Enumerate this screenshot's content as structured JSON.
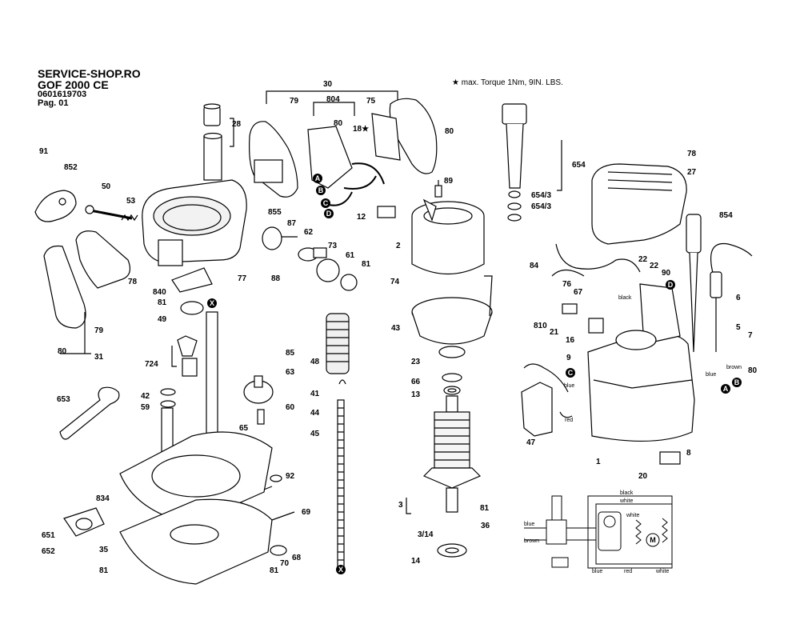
{
  "header": {
    "line1": "SERVICE-SHOP.RO",
    "line2": "GOF 2000 CE",
    "line3": "0601619703",
    "line4": "Pag. 01"
  },
  "note": "★ max. Torque 1Nm,  9IN. LBS.",
  "callouts": [
    {
      "id": "c28",
      "label": "28"
    },
    {
      "id": "c30",
      "label": "30"
    },
    {
      "id": "c79a",
      "label": "79"
    },
    {
      "id": "c804",
      "label": "804"
    },
    {
      "id": "c75",
      "label": "75"
    },
    {
      "id": "c80a",
      "label": "80"
    },
    {
      "id": "c18",
      "label": "18★"
    },
    {
      "id": "c80b",
      "label": "80"
    },
    {
      "id": "c91",
      "label": "91"
    },
    {
      "id": "c852",
      "label": "852"
    },
    {
      "id": "c50",
      "label": "50"
    },
    {
      "id": "c53",
      "label": "53"
    },
    {
      "id": "c12",
      "label": "12"
    },
    {
      "id": "c89",
      "label": "89"
    },
    {
      "id": "c654",
      "label": "654"
    },
    {
      "id": "c6543a",
      "label": "654/3"
    },
    {
      "id": "c6543b",
      "label": "654/3"
    },
    {
      "id": "c78a",
      "label": "78"
    },
    {
      "id": "c27",
      "label": "27"
    },
    {
      "id": "c855",
      "label": "855"
    },
    {
      "id": "c87",
      "label": "87"
    },
    {
      "id": "c62",
      "label": "62"
    },
    {
      "id": "c73",
      "label": "73"
    },
    {
      "id": "c61",
      "label": "61"
    },
    {
      "id": "c81a",
      "label": "81"
    },
    {
      "id": "c2",
      "label": "2"
    },
    {
      "id": "c77",
      "label": "77"
    },
    {
      "id": "c88",
      "label": "88"
    },
    {
      "id": "c854",
      "label": "854"
    },
    {
      "id": "c78b",
      "label": "78"
    },
    {
      "id": "c840",
      "label": "840"
    },
    {
      "id": "c81b",
      "label": "81"
    },
    {
      "id": "c49",
      "label": "49"
    },
    {
      "id": "c79b",
      "label": "79"
    },
    {
      "id": "c80c",
      "label": "80"
    },
    {
      "id": "c31",
      "label": "31"
    },
    {
      "id": "c74",
      "label": "74"
    },
    {
      "id": "c84",
      "label": "84"
    },
    {
      "id": "c22a",
      "label": "22"
    },
    {
      "id": "c22b",
      "label": "22"
    },
    {
      "id": "c90",
      "label": "90"
    },
    {
      "id": "c76",
      "label": "76"
    },
    {
      "id": "c67",
      "label": "67"
    },
    {
      "id": "c6",
      "label": "6"
    },
    {
      "id": "c43",
      "label": "43"
    },
    {
      "id": "c810",
      "label": "810"
    },
    {
      "id": "c21",
      "label": "21"
    },
    {
      "id": "c16",
      "label": "16"
    },
    {
      "id": "c5",
      "label": "5"
    },
    {
      "id": "c7",
      "label": "7"
    },
    {
      "id": "c80d",
      "label": "80"
    },
    {
      "id": "c85",
      "label": "85"
    },
    {
      "id": "c48",
      "label": "48"
    },
    {
      "id": "c724",
      "label": "724"
    },
    {
      "id": "c23",
      "label": "23"
    },
    {
      "id": "c9",
      "label": "9"
    },
    {
      "id": "c63",
      "label": "63"
    },
    {
      "id": "c66",
      "label": "66"
    },
    {
      "id": "c41",
      "label": "41"
    },
    {
      "id": "c13",
      "label": "13"
    },
    {
      "id": "c42",
      "label": "42"
    },
    {
      "id": "c653",
      "label": "653"
    },
    {
      "id": "c59",
      "label": "59"
    },
    {
      "id": "c60",
      "label": "60"
    },
    {
      "id": "c44",
      "label": "44"
    },
    {
      "id": "c65",
      "label": "65"
    },
    {
      "id": "c45",
      "label": "45"
    },
    {
      "id": "c47",
      "label": "47"
    },
    {
      "id": "c1",
      "label": "1"
    },
    {
      "id": "c8",
      "label": "8"
    },
    {
      "id": "c20",
      "label": "20"
    },
    {
      "id": "c92",
      "label": "92"
    },
    {
      "id": "c834",
      "label": "834"
    },
    {
      "id": "c3",
      "label": "3"
    },
    {
      "id": "c69",
      "label": "69"
    },
    {
      "id": "c81c",
      "label": "81"
    },
    {
      "id": "c651",
      "label": "651"
    },
    {
      "id": "c36",
      "label": "36"
    },
    {
      "id": "c314",
      "label": "3/14"
    },
    {
      "id": "c652",
      "label": "652"
    },
    {
      "id": "c35",
      "label": "35"
    },
    {
      "id": "c70",
      "label": "70"
    },
    {
      "id": "c68",
      "label": "68"
    },
    {
      "id": "c14",
      "label": "14"
    },
    {
      "id": "c81d",
      "label": "81"
    },
    {
      "id": "c81e",
      "label": "81"
    }
  ],
  "markers": [
    {
      "id": "mA1",
      "letter": "A"
    },
    {
      "id": "mB1",
      "letter": "B"
    },
    {
      "id": "mC1",
      "letter": "C"
    },
    {
      "id": "mD1",
      "letter": "D"
    },
    {
      "id": "mD2",
      "letter": "D"
    },
    {
      "id": "mC2",
      "letter": "C"
    },
    {
      "id": "mA2",
      "letter": "A"
    },
    {
      "id": "mB2",
      "letter": "B"
    },
    {
      "id": "mX1",
      "letter": "X"
    },
    {
      "id": "mX2",
      "letter": "X"
    }
  ],
  "wire_labels": {
    "black_top": "black",
    "brown_top": "brown",
    "blue_top": "blue",
    "blue_switch": "blue",
    "red_switch": "red",
    "blue_in": "blue",
    "brown_in": "brown",
    "black_sch": "black",
    "white_sch": "white",
    "white_sch2": "white",
    "blue_sch": "blue",
    "red_sch": "red",
    "white_sch3": "white"
  },
  "motor_label": "M"
}
